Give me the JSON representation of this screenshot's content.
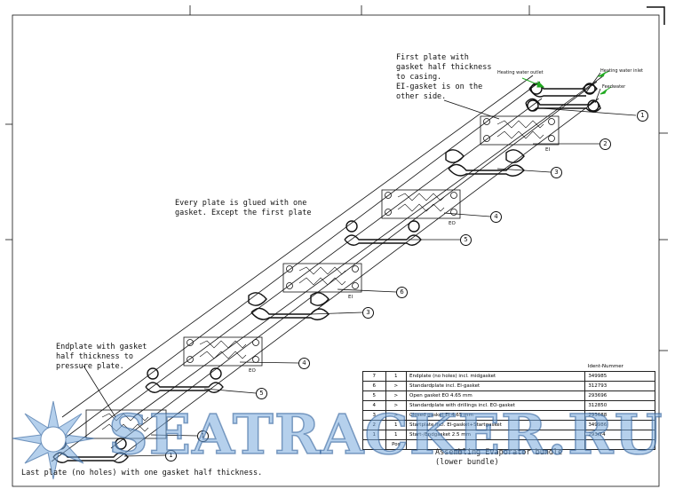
{
  "notes": {
    "first_plate": "First plate with\ngasket half thickness\nto casing.\nEI-gasket is on the\nother side.",
    "every_plate": "Every plate is glued with one\ngasket. Except the first plate",
    "endplate": "Endplate with gasket\nhalf thickness to\npressure plate.",
    "last_plate": "Last plate (no holes) with one gasket half thickness."
  },
  "flow_labels": {
    "heating_water_outlet": "Heating water outlet",
    "heating_water_inlet": "Heating water inlet",
    "feedwater": "Feedwater"
  },
  "plate_labels": [
    "EI",
    "EO",
    "EI",
    "EO"
  ],
  "bubbles": [
    "1",
    "2",
    "3",
    "4",
    "5",
    "6",
    "3",
    "4",
    "5",
    "1",
    "1"
  ],
  "bom": {
    "header": "Ident-Nummer",
    "rows": [
      {
        "pos": "7",
        "qty": "1",
        "desc": "Endplate (no holes) incl. midgasket",
        "ident": "349985"
      },
      {
        "pos": "6",
        "qty": ">",
        "desc": "Standardplate incl. EI-gasket",
        "ident": "312793"
      },
      {
        "pos": "5",
        "qty": ">",
        "desc": "Open gasket EO 4.65 mm",
        "ident": "293696"
      },
      {
        "pos": "4",
        "qty": ">",
        "desc": "Standardplate with drillings incl. EO-gasket",
        "ident": "312850"
      },
      {
        "pos": "3",
        "qty": ">",
        "desc": "Closed gasket EI 4.65 mm",
        "ident": "293688"
      },
      {
        "pos": "2",
        "qty": "1",
        "desc": "Startplate incl. EI-gasket+Startgasket",
        "ident": "349986"
      },
      {
        "pos": "1",
        "qty": "1",
        "desc": "Start-/Endgasket 2.5 mm",
        "ident": "293/74"
      },
      {
        "pos": "",
        "qty": "Pos",
        "desc": "",
        "ident": ""
      }
    ]
  },
  "title_block": "Assembling Evaporator bundle\n(lower bundle)",
  "watermark": "SEATRACKER.RU",
  "colors": {
    "line": "#111111",
    "arrow": "#22aa22",
    "watermark_fill": "#8cbbe6",
    "watermark_stroke": "#2a5a96"
  }
}
